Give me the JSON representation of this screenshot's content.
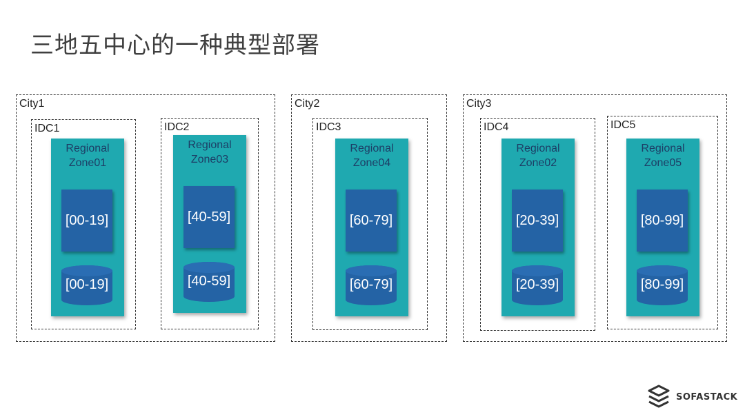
{
  "title": "三地五中心的一种典型部署",
  "cities": [
    {
      "label": "City1"
    },
    {
      "label": "City2"
    },
    {
      "label": "City3"
    }
  ],
  "idcs": [
    {
      "label": "IDC1",
      "zone": "Regional\nZone01",
      "shard": "[00-19]",
      "db": "[00-19]"
    },
    {
      "label": "IDC2",
      "zone": "Regional\nZone03",
      "shard": "[40-59]",
      "db": "[40-59]"
    },
    {
      "label": "IDC3",
      "zone": "Regional\nZone04",
      "shard": "[60-79]",
      "db": "[60-79]"
    },
    {
      "label": "IDC4",
      "zone": "Regional\nZone02",
      "shard": "[20-39]",
      "db": "[20-39]"
    },
    {
      "label": "IDC5",
      "zone": "Regional\nZone05",
      "shard": "[80-99]",
      "db": "[80-99]"
    }
  ],
  "logo": {
    "text": "SOFASTACK",
    "icon": "sofastack-logo-icon"
  },
  "colors": {
    "zone": "#1fa9b0",
    "shard": "#2463a5",
    "zone_text": "#1d3e66"
  }
}
